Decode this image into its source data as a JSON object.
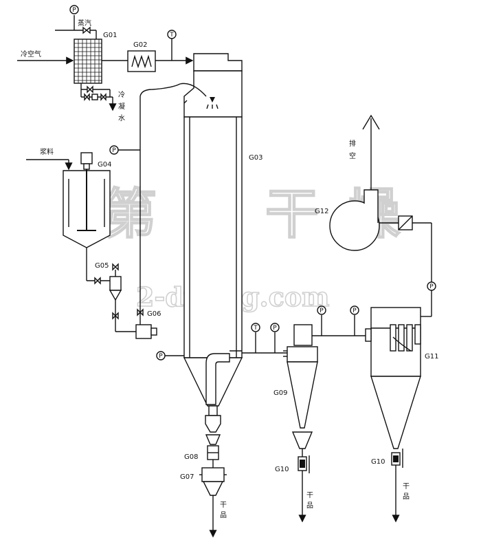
{
  "equipment": {
    "g01": "G01",
    "g02": "G02",
    "g03": "G03",
    "g04": "G04",
    "g05": "G05",
    "g06": "G06",
    "g07": "G07",
    "g08": "G08",
    "g09": "G09",
    "g10a": "G10",
    "g10b": "G10",
    "g11": "G11",
    "g12": "G12"
  },
  "streams": {
    "steam": "蒸汽",
    "cold_air": "冷空气",
    "condensate": [
      "冷",
      "凝",
      "水"
    ],
    "slurry": "浆料",
    "exhaust": [
      "排",
      "空"
    ],
    "dry_product": [
      "干",
      "品"
    ]
  },
  "instruments": {
    "pressure": "P",
    "temperature": "T"
  },
  "watermark": {
    "chinese": "第二干燥",
    "url": "2-drying.com"
  }
}
